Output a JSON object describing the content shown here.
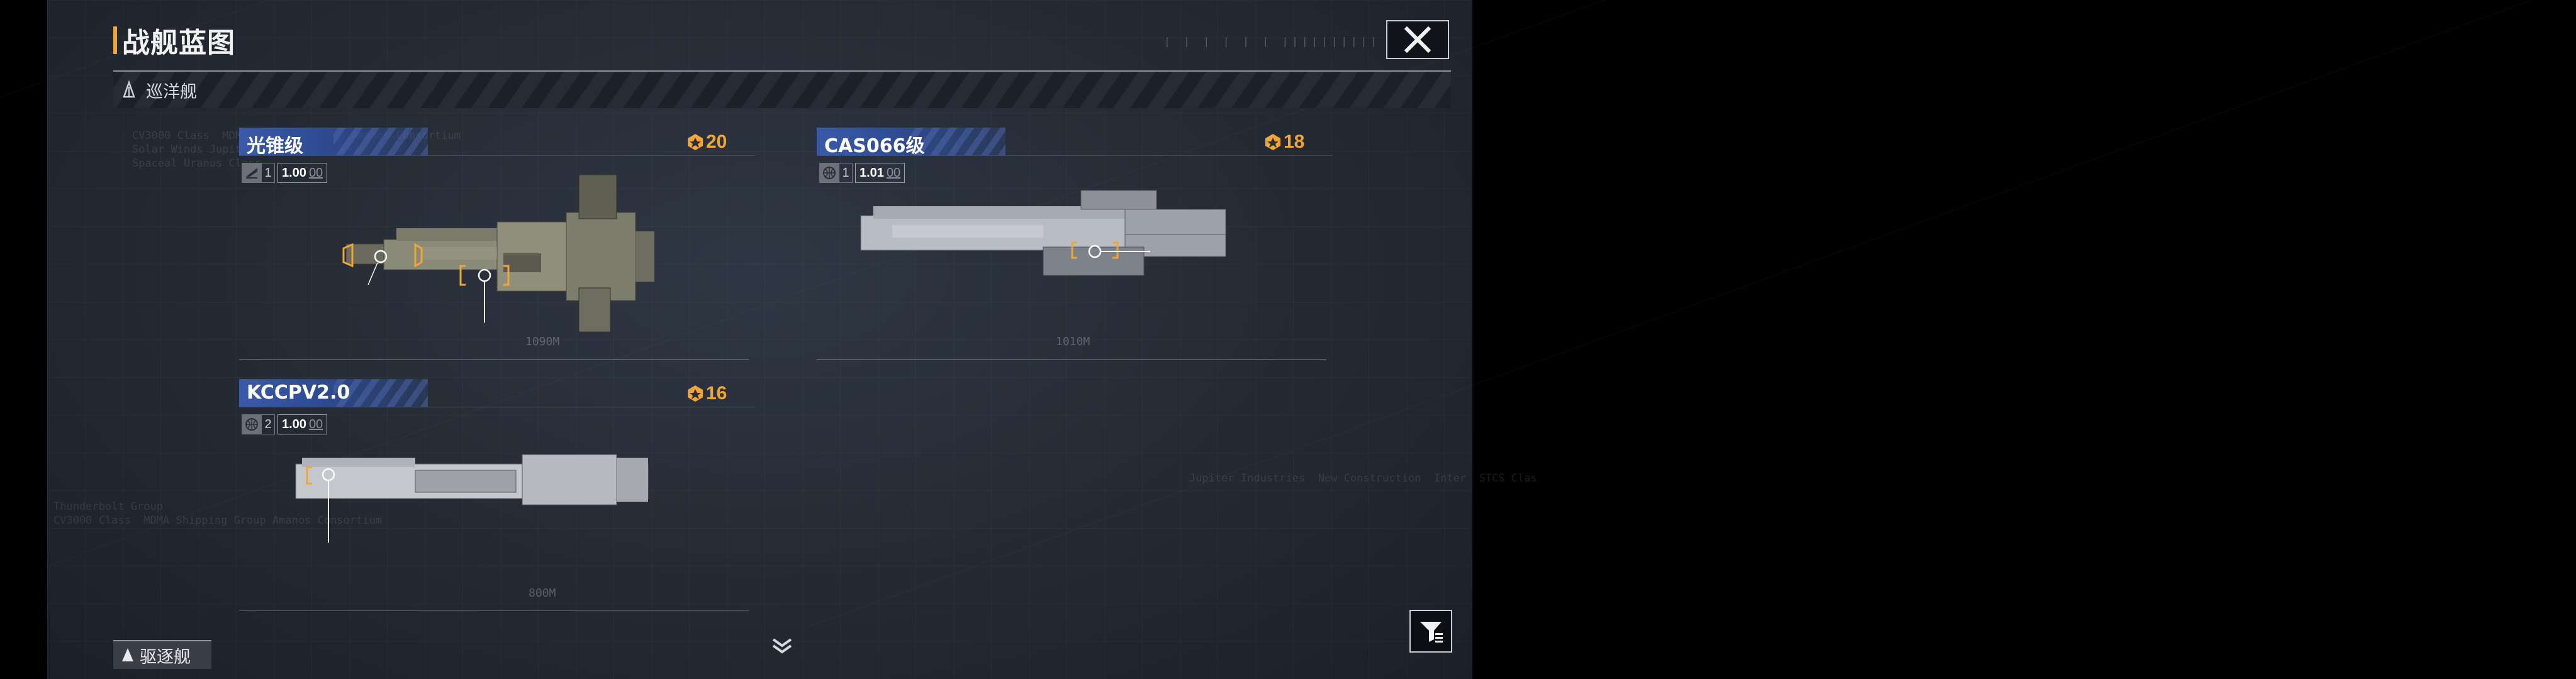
{
  "page": {
    "title": "战舰蓝图",
    "category": "巡洋舰",
    "next_category": "驱逐舰"
  },
  "decor": {
    "bg_text_1": "CV3000 Class  MDMA Shipping Group Amanos Consortium\nSolar Winds Jupiter Industries\nSpaceal Uranus Class",
    "bg_text_2": "Thunderbolt Group\nCV3000 Class  MDMA Shipping Group Amanos Consortium",
    "bg_text_3": "Jupiter Industries  New Construction  Inter  STCS Clas"
  },
  "ships": [
    {
      "name": "光锥级",
      "cost": "20",
      "faction_icon": "triangle-emblem-icon",
      "tier": "1",
      "version_main": "1.00",
      "version_sub": "00",
      "length_label": "1090M",
      "hull_color": "#8a8a78"
    },
    {
      "name": "CAS066级",
      "cost": "18",
      "faction_icon": "globe-emblem-icon",
      "tier": "1",
      "version_main": "1.01",
      "version_sub": "00",
      "length_label": "1010M",
      "hull_color": "#b8bcc4"
    },
    {
      "name": "KCCPV2.0",
      "cost": "16",
      "faction_icon": "globe-emblem-icon",
      "tier": "2",
      "version_main": "1.00",
      "version_sub": "00",
      "length_label": "800M",
      "hull_color": "#c4c7cc"
    }
  ],
  "colors": {
    "accent": "#f0a637",
    "name_bar": "#3a5aa8"
  }
}
